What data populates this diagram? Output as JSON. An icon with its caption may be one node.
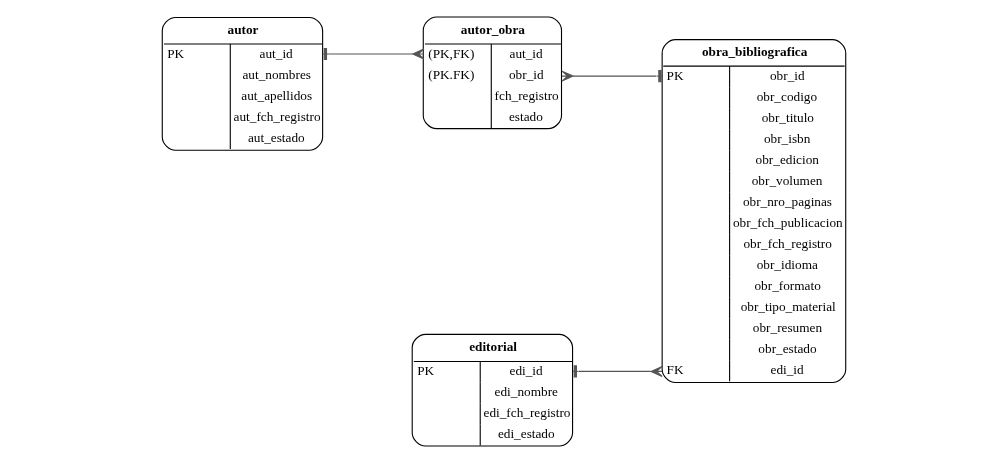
{
  "diagram": {
    "nodes": [
      {
        "text": [
          "autor",
          "PK",
          "aut_id",
          "aut_nombres",
          "aut_apellidos",
          "aut_fch_registro",
          "aut_estado"
        ]
      },
      {
        "text": [
          "autor_obra",
          "(PK,FK)",
          "(PK.FK)",
          "aut_id",
          "obr_id",
          "fch_registro",
          "estado"
        ]
      },
      {
        "text": [
          "obra_bibliografica",
          "PK",
          "FK",
          "obr_id",
          "obr_codigo",
          "obr_titulo",
          "obr_isbn",
          "obr_edicion",
          "obr_volumen",
          "obr_nro_paginas",
          "obr_fch_publicacion",
          "obr_fch_registro",
          "obr_idioma",
          "obr_formato",
          "obr_tipo_material",
          "obr_resumen",
          "obr_estado",
          "edi_id"
        ]
      },
      {
        "text": [
          "editorial",
          "PK",
          "edi_id",
          "edi_nombre",
          "edi_fch_registro",
          "edi_estado"
        ]
      }
    ],
    "edges": [
      {
        "from": 0,
        "to": 1,
        "arrow": "other"
      },
      {
        "from": 1,
        "to": 2,
        "arrow": "other"
      },
      {
        "from": 3,
        "to": 2,
        "arrow": "other"
      }
    ]
  }
}
